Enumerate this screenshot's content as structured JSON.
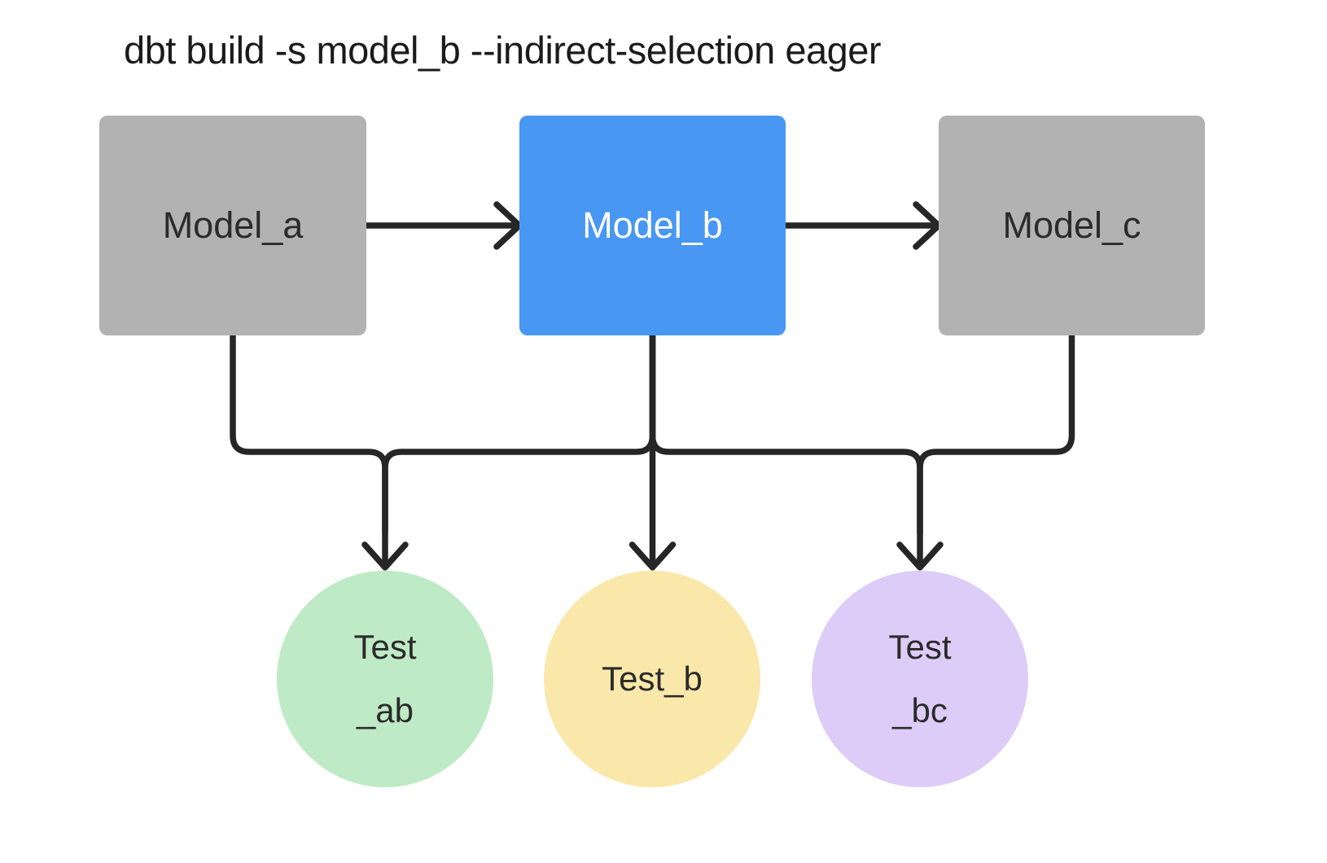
{
  "title": "dbt build -s model_b --indirect-selection eager",
  "colors": {
    "background": "#ffffff",
    "model_default_fill": "#b2b2b2",
    "model_selected_fill": "#4897f2",
    "test_ab_fill": "#bfeac6",
    "test_b_fill": "#f9e8a9",
    "test_bc_fill": "#ddccf7",
    "edge_color": "#262626",
    "title_color": "#1b1b1b"
  },
  "nodes": {
    "model_a": {
      "label": "Model_a"
    },
    "model_b": {
      "label": "Model_b"
    },
    "model_c": {
      "label": "Model_c"
    },
    "test_ab": {
      "line1": "Test",
      "line2": "_ab"
    },
    "test_b": {
      "line1": "Test_b"
    },
    "test_bc": {
      "line1": "Test",
      "line2": "_bc"
    }
  },
  "edges": [
    {
      "from": "model_a",
      "to": "model_b"
    },
    {
      "from": "model_b",
      "to": "model_c"
    },
    {
      "from": "model_a",
      "to": "test_ab"
    },
    {
      "from": "model_b",
      "to": "test_ab"
    },
    {
      "from": "model_b",
      "to": "test_b"
    },
    {
      "from": "model_b",
      "to": "test_bc"
    },
    {
      "from": "model_c",
      "to": "test_bc"
    }
  ]
}
